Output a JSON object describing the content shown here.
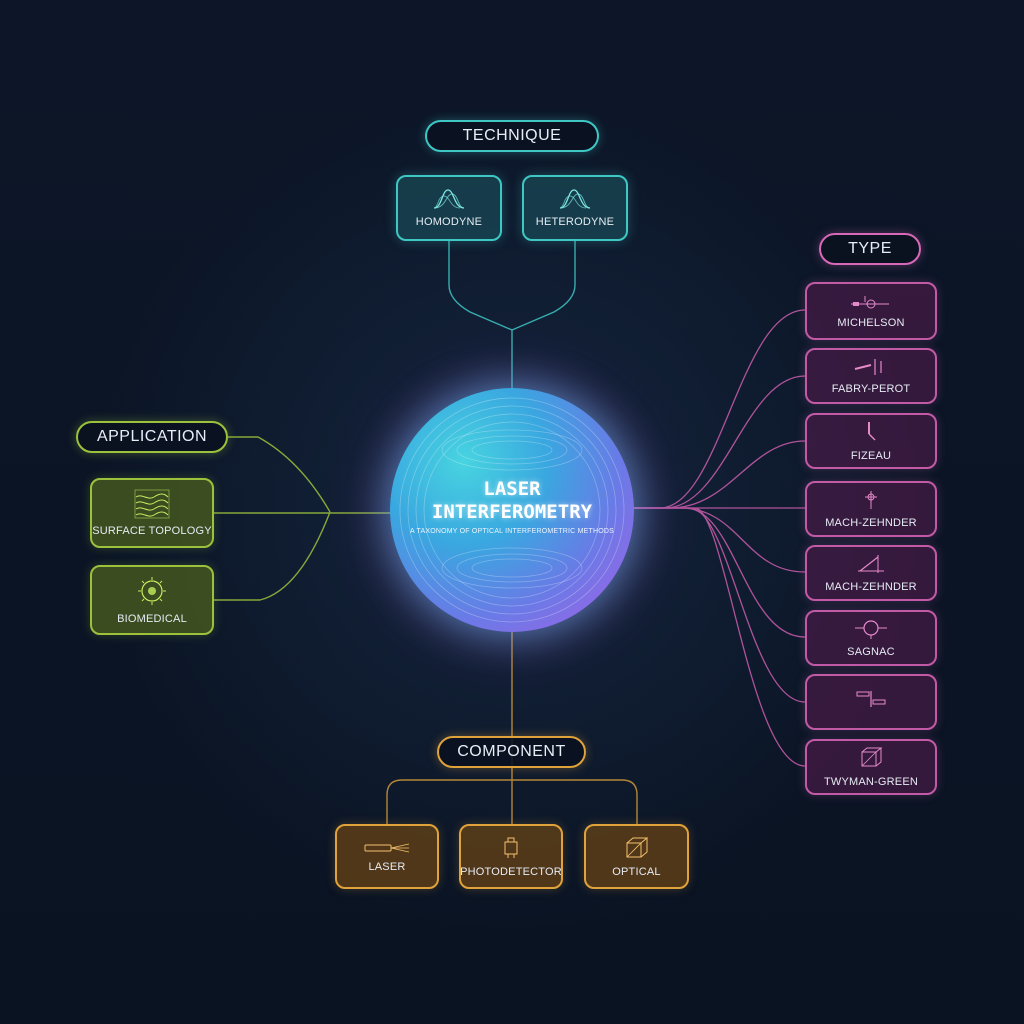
{
  "hub": {
    "title_line1": "LASER",
    "title_line2": "INTERFEROMETRY",
    "subtitle": "A TAXONOMY OF OPTICAL INTERFEROMETRIC METHODS"
  },
  "technique": {
    "heading": "TECHNIQUE",
    "items": [
      {
        "label": "HOMODYNE",
        "icon": "waveform-icon"
      },
      {
        "label": "HETERODYNE",
        "icon": "waveform-icon"
      }
    ]
  },
  "type": {
    "heading": "TYPE",
    "items": [
      {
        "label": "MICHELSON",
        "icon": "michelson-setup-icon"
      },
      {
        "label": "FABRY-PEROT",
        "icon": "fabry-perot-setup-icon"
      },
      {
        "label": "FIZEAU",
        "icon": "fizeau-setup-icon"
      },
      {
        "label": "MACH-ZEHNDER",
        "icon": "mach-zehnder-setup-icon"
      },
      {
        "label": "MACH-ZEHNDER",
        "icon": "beam-splitter-setup-icon"
      },
      {
        "label": "SAGNAC",
        "icon": "sagnac-ring-icon"
      },
      {
        "label": "",
        "icon": "plate-setup-icon"
      },
      {
        "label": "TWYMAN-GREEN",
        "icon": "cube-setup-icon"
      }
    ]
  },
  "application": {
    "heading": "APPLICATION",
    "items": [
      {
        "label": "SURFACE TOPOLOGY",
        "icon": "topography-icon"
      },
      {
        "label": "BIOMEDICAL",
        "icon": "cell-icon"
      }
    ]
  },
  "component": {
    "heading": "COMPONENT",
    "items": [
      {
        "label": "LASER",
        "icon": "laser-icon"
      },
      {
        "label": "PHOTODETECTOR",
        "icon": "photodetector-icon"
      },
      {
        "label": "OPTICAL",
        "icon": "optical-cube-icon"
      }
    ]
  },
  "colors": {
    "background": "#0b1424",
    "technique": "#3fc7c4",
    "type": "#d868b8",
    "application": "#9cc23c",
    "component": "#e0a23a"
  }
}
